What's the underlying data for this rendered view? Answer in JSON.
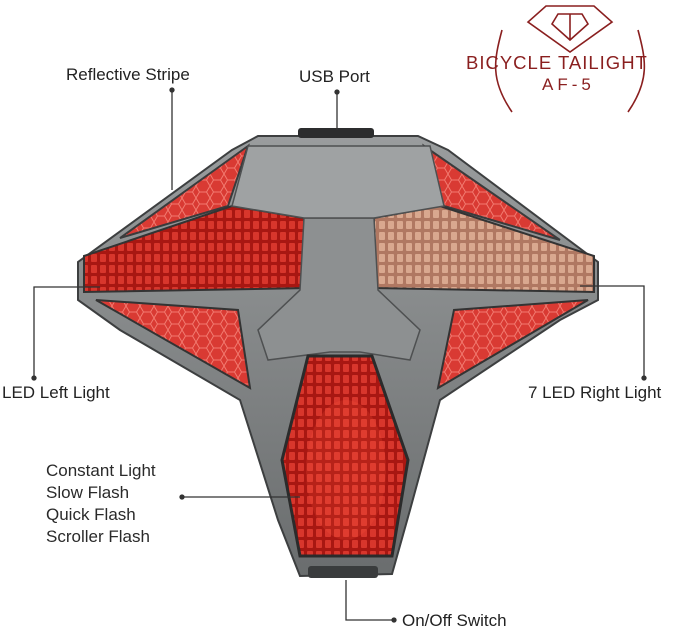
{
  "brand": {
    "title": "BICYCLE TAILIGHT",
    "model": "AF-5",
    "color": "#8a1f1f"
  },
  "callouts": {
    "reflective_stripe": "Reflective Stripe",
    "usb_port": "USB Port",
    "left_light": "LED Left Light",
    "right_light": "7 LED Right Light",
    "on_off_switch": "On/Off Switch"
  },
  "modes": [
    "Constant Light",
    "Slow Flash",
    "Quick Flash",
    "Scroller Flash"
  ],
  "colors": {
    "housing": "#7c7f80",
    "housing_dark": "#4f5152",
    "led_red": "#c3201c",
    "reflector_red": "#e0403a",
    "amber_lens": "#c98a70"
  },
  "icons": [
    "brand-logo-icon"
  ]
}
